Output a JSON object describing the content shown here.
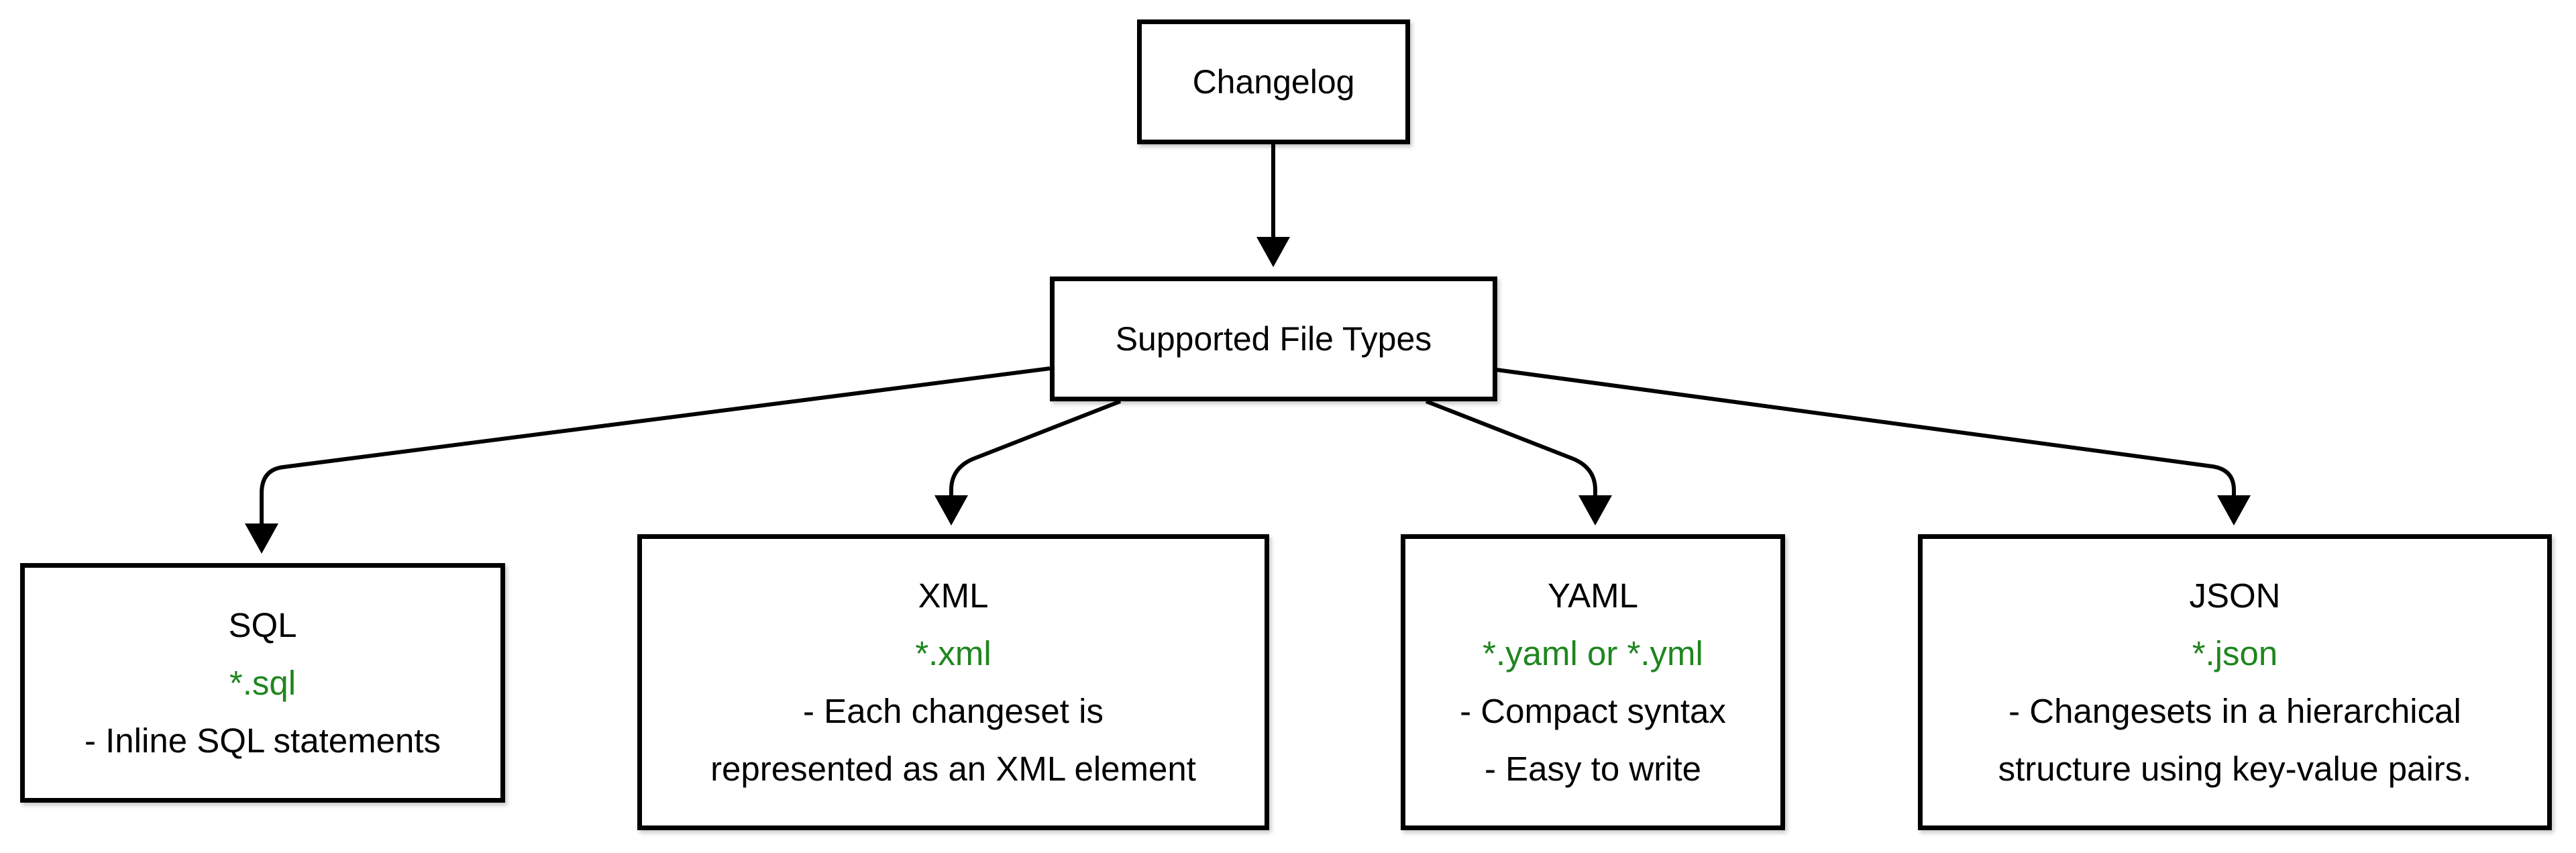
{
  "nodes": {
    "changelog": {
      "title": "Changelog"
    },
    "supported": {
      "title": "Supported File Types"
    },
    "sql": {
      "title": "SQL",
      "extension": "*.sql",
      "lines": [
        "- Inline SQL statements"
      ]
    },
    "xml": {
      "title": "XML",
      "extension": "*.xml",
      "lines": [
        "- Each changeset is",
        "represented as an XML element"
      ]
    },
    "yaml": {
      "title": "YAML",
      "extension": "*.yaml or *.yml",
      "lines": [
        "- Compact syntax",
        "- Easy to write"
      ]
    },
    "json": {
      "title": "JSON",
      "extension": "*.json",
      "lines": [
        "- Changesets in a hierarchical",
        "structure using key-value pairs."
      ]
    }
  },
  "colors": {
    "stroke": "#000000",
    "extension_text": "#1f861f",
    "background": "#ffffff"
  }
}
